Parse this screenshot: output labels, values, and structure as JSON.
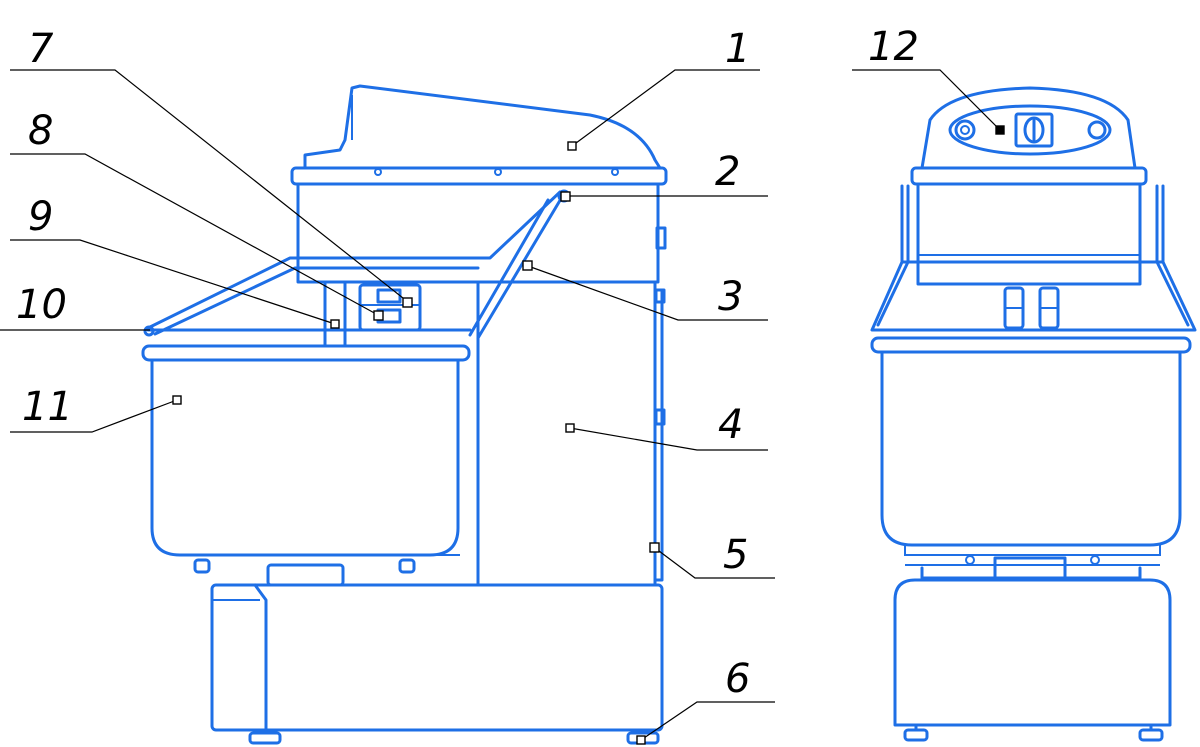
{
  "diagram": {
    "stroke_color": "#1E6FE6",
    "leader_color": "#000000",
    "views": [
      "side-view",
      "front-view"
    ],
    "callouts": [
      {
        "id": "1",
        "label": "1"
      },
      {
        "id": "2",
        "label": "2"
      },
      {
        "id": "3",
        "label": "3"
      },
      {
        "id": "4",
        "label": "4"
      },
      {
        "id": "5",
        "label": "5"
      },
      {
        "id": "6",
        "label": "6"
      },
      {
        "id": "7",
        "label": "7"
      },
      {
        "id": "8",
        "label": "8"
      },
      {
        "id": "9",
        "label": "9"
      },
      {
        "id": "10",
        "label": "10"
      },
      {
        "id": "11",
        "label": "11"
      },
      {
        "id": "12",
        "label": "12"
      }
    ]
  }
}
